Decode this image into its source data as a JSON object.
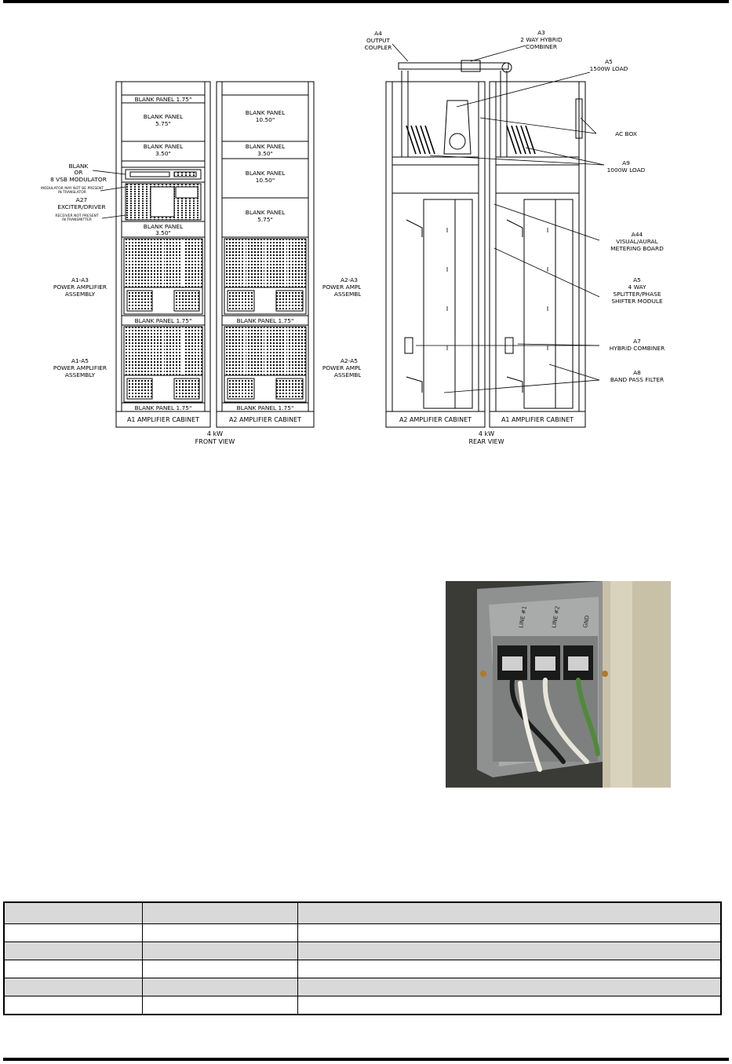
{
  "front": {
    "cab1": {
      "panels": [
        "BLANK PANEL 1.75\"",
        "BLANK PANEL",
        "5.75\"",
        "BLANK PANEL",
        "3.50\"",
        "BLANK PANEL",
        "3.50\"",
        "BLANK PANEL 1.75\"",
        "BLANK PANEL 1.75\""
      ],
      "label": "A1 AMPLIFIER CABINET"
    },
    "cab2": {
      "panels": [
        "BLANK PANEL",
        "10.50\"",
        "BLANK PANEL",
        "3.50\"",
        "BLANK PANEL",
        "10.50\"",
        "BLANK PANEL",
        "5.75\"",
        "BLANK PANEL 1.75\"",
        "BLANK PANEL 1.75\""
      ],
      "label": "A2 AMPLIFIER CABINET"
    },
    "callouts": [
      "BLANK",
      "OR",
      "8 VSB MODULATOR",
      "MODULATOR MAY NOT BE PRESENT",
      "IN TRANSLATOR",
      "A27",
      "EXCITER/DRIVER",
      "RECEIVER NOT PRESENT",
      "IN TRANSMITTER",
      "A1-A3",
      "POWER AMPLIFIER",
      "ASSEMBLY",
      "A1-A5",
      "POWER AMPLIFIER",
      "ASSEMBLY",
      "A2-A3",
      "POWER AMPLIFIER",
      "ASSEMBLY",
      "A2-A5",
      "POWER AMPLIFIER",
      "ASSEMBLY"
    ],
    "caption": [
      "4 kW",
      "FRONT VIEW"
    ]
  },
  "rear": {
    "top_callouts": [
      "A4",
      "OUTPUT",
      "COUPLER",
      "A3",
      "2 WAY HYBRID",
      "COMBINER",
      "A5",
      "1500W LOAD"
    ],
    "right_callouts": [
      "AC BOX",
      "A9",
      "1000W LOAD",
      "A44",
      "VISUAL/AURAL",
      "METERING BOARD",
      "A5",
      "4 WAY",
      "SPLITTER/PHASE",
      "SHIFTER MODULE",
      "A7",
      "HYBRID COMBINER",
      "A8",
      "BAND PASS FILTER"
    ],
    "cab_labels": [
      "A2 AMPLIFIER CABINET",
      "A1 AMPLIFIER CABINET"
    ],
    "caption": [
      "4 kW",
      "REAR VIEW"
    ]
  },
  "photo": {
    "labels": [
      "LINE #1",
      "LINE #2",
      "GND"
    ]
  },
  "table": {
    "rows": [
      [
        "",
        "",
        ""
      ],
      [
        "",
        "",
        ""
      ],
      [
        "",
        "",
        ""
      ],
      [
        "",
        "",
        ""
      ],
      [
        "",
        "",
        ""
      ],
      [
        "",
        "",
        ""
      ]
    ]
  }
}
